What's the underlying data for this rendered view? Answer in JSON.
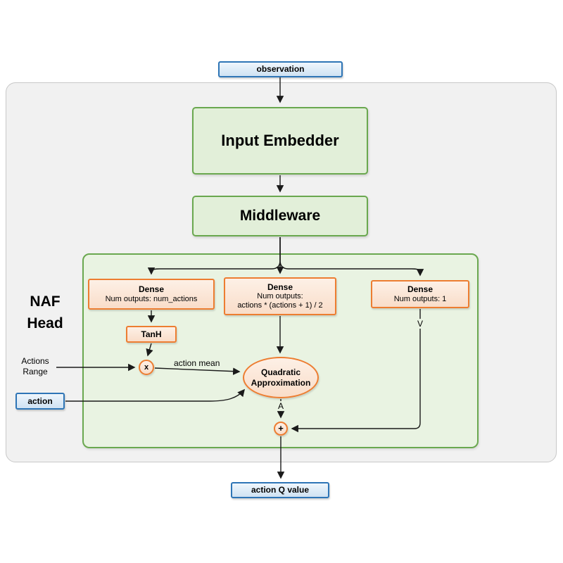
{
  "colors": {
    "blue_fill": "#cfe2f3",
    "blue_fill_light": "#eff6fc",
    "blue_border": "#2e75b6",
    "green_fill": "#e2efd9",
    "green_border": "#6aa84f",
    "naf_fill": "#e9f3e2",
    "orange_fill": "#f9ddc9",
    "orange_fill_light": "#fdf0e6",
    "orange_border": "#ed7d31",
    "panel_fill": "#f1f1f1",
    "panel_border": "#c8c8c8",
    "line_color": "#1a1a1a"
  },
  "labels": {
    "observation": "observation",
    "input_embedder": "Input Embedder",
    "middleware": "Middleware",
    "naf_head_1": "NAF",
    "naf_head_2": "Head",
    "dense_actions_title": "Dense",
    "dense_actions_outputs": "Num outputs: num_actions",
    "dense_lower_title": "Dense",
    "dense_lower_outputs_1": "Num outputs:",
    "dense_lower_outputs_2": "actions * (actions + 1) / 2",
    "dense_value_title": "Dense",
    "dense_value_outputs": "Num outputs: 1",
    "tanh": "TanH",
    "multiply": "x",
    "actions_range_1": "Actions",
    "actions_range_2": "Range",
    "action": "action",
    "action_mean": "action mean",
    "quadratic_1": "Quadratic",
    "quadratic_2": "Approximation",
    "advantage": "A",
    "state_value": "V",
    "plus": "+",
    "action_q_value": "action Q value"
  }
}
